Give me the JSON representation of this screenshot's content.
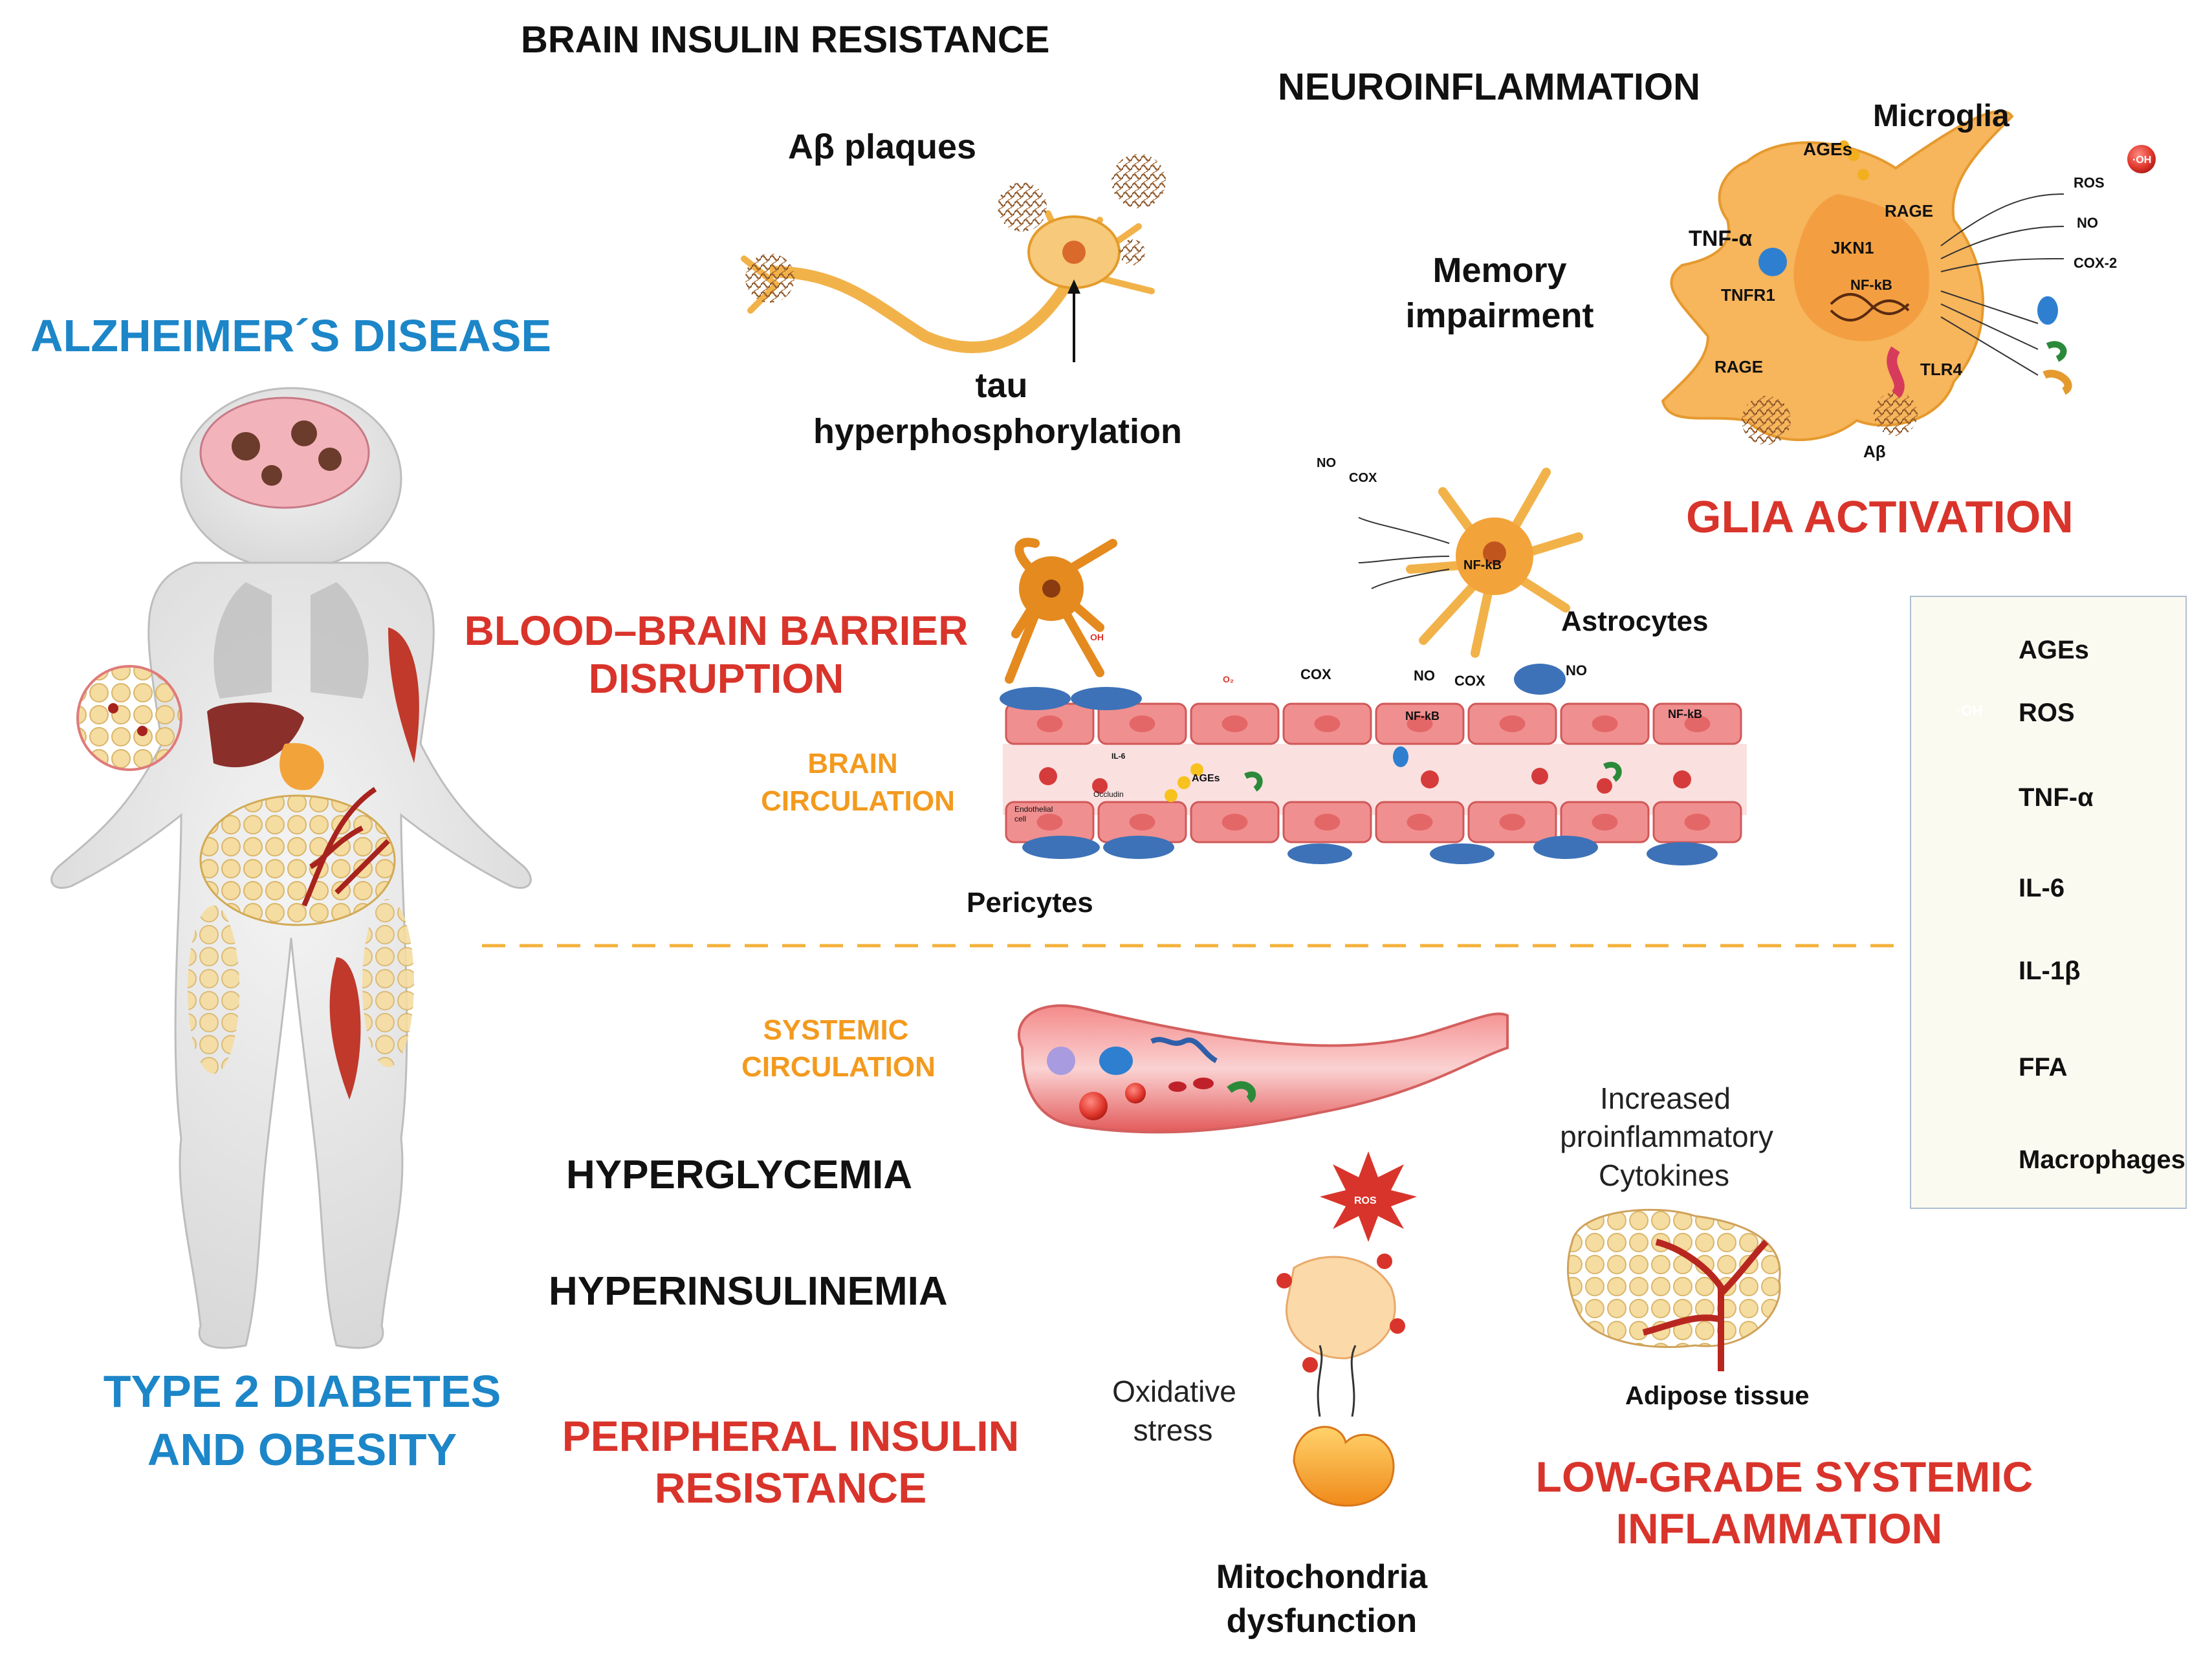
{
  "headings": {
    "brain_insulin_resistance": "BRAIN INSULIN RESISTANCE",
    "neuroinflammation": "NEUROINFLAMMATION",
    "alzheimers": "ALZHEIMER´S DISEASE",
    "bbb": [
      "BLOOD–BRAIN BARRIER",
      "DISRUPTION"
    ],
    "glia_activation": "GLIA ACTIVATION",
    "brain_circulation": [
      "BRAIN",
      "CIRCULATION"
    ],
    "systemic_circulation": [
      "SYSTEMIC",
      "CIRCULATION"
    ],
    "hyperglycemia": "HYPERGLYCEMIA",
    "hyperinsulinemia": "HYPERINSULINEMIA",
    "t2d": [
      "TYPE 2 DIABETES",
      "AND OBESITY"
    ],
    "peripheral_ir": [
      "PERIPHERAL INSULIN",
      "RESISTANCE"
    ],
    "low_grade": [
      "LOW-GRADE SYSTEMIC",
      "INFLAMMATION"
    ]
  },
  "labels": {
    "ab_plaques": "Aβ plaques",
    "tau": [
      "tau",
      "hyperphosphorylation"
    ],
    "memory": [
      "Memory",
      "impairment"
    ],
    "microglia": "Microglia",
    "astrocytes": "Astrocytes",
    "pericytes": "Pericytes",
    "increased_cytokines": [
      "Increased",
      "proinflammatory",
      "Cytokines"
    ],
    "adipose_tissue": "Adipose tissue",
    "oxidative_stress": [
      "Oxidative",
      "stress"
    ],
    "mitochondria": [
      "Mitochondria",
      "dysfunction"
    ]
  },
  "microglia_labels": {
    "ages": "AGEs",
    "rage_top": "RAGE",
    "tnf_alpha": "TNF-α",
    "jkn1": "JKN1",
    "tnfr1": "TNFR1",
    "nfkb": "NF-kB",
    "rage_bottom": "RAGE",
    "tlr4": "TLR4",
    "ab": "Aβ",
    "ros": "ROS",
    "no": "NO",
    "cox2": "COX-2",
    "oh": "·OH"
  },
  "astro_labels": {
    "no": "NO",
    "cox": "COX",
    "nfkb": "NF-kB"
  },
  "barrier_labels": {
    "cox1": "COX",
    "no1": "NO",
    "cox2": "COX",
    "no2": "NO",
    "nfkb1": "NF-kB",
    "nfkb2": "NF-kB",
    "ages": "AGEs",
    "il6": "IL-6",
    "occludin": "Occludin",
    "endothelial": [
      "Endothelial",
      "cell"
    ],
    "oh": "OH",
    "o2": "O₂"
  },
  "ros_burst": "ROS",
  "legend": {
    "items": [
      {
        "label": "AGEs",
        "icon": "yellow-sphere-icon"
      },
      {
        "label": "ROS",
        "icon": "red-oh-circle-icon",
        "glyph": "·OH"
      },
      {
        "label": "TNF-α",
        "icon": "blue-trimer-icon"
      },
      {
        "label": "IL-6",
        "icon": "green-bean-icon"
      },
      {
        "label": "IL-1β",
        "icon": "green-chain-icon"
      },
      {
        "label": "FFA",
        "icon": "yellow-pin-icon"
      },
      {
        "label": "Macrophages",
        "icon": "purple-spiky-cell-icon"
      }
    ]
  },
  "colors": {
    "blue_heading": "#1c86c8",
    "red_heading": "#d9342b",
    "orange_heading": "#f39a1e",
    "dashed_line": "#f4b13a",
    "legend_bg": "#fbfaf1",
    "legend_border": "#aebfd2"
  }
}
